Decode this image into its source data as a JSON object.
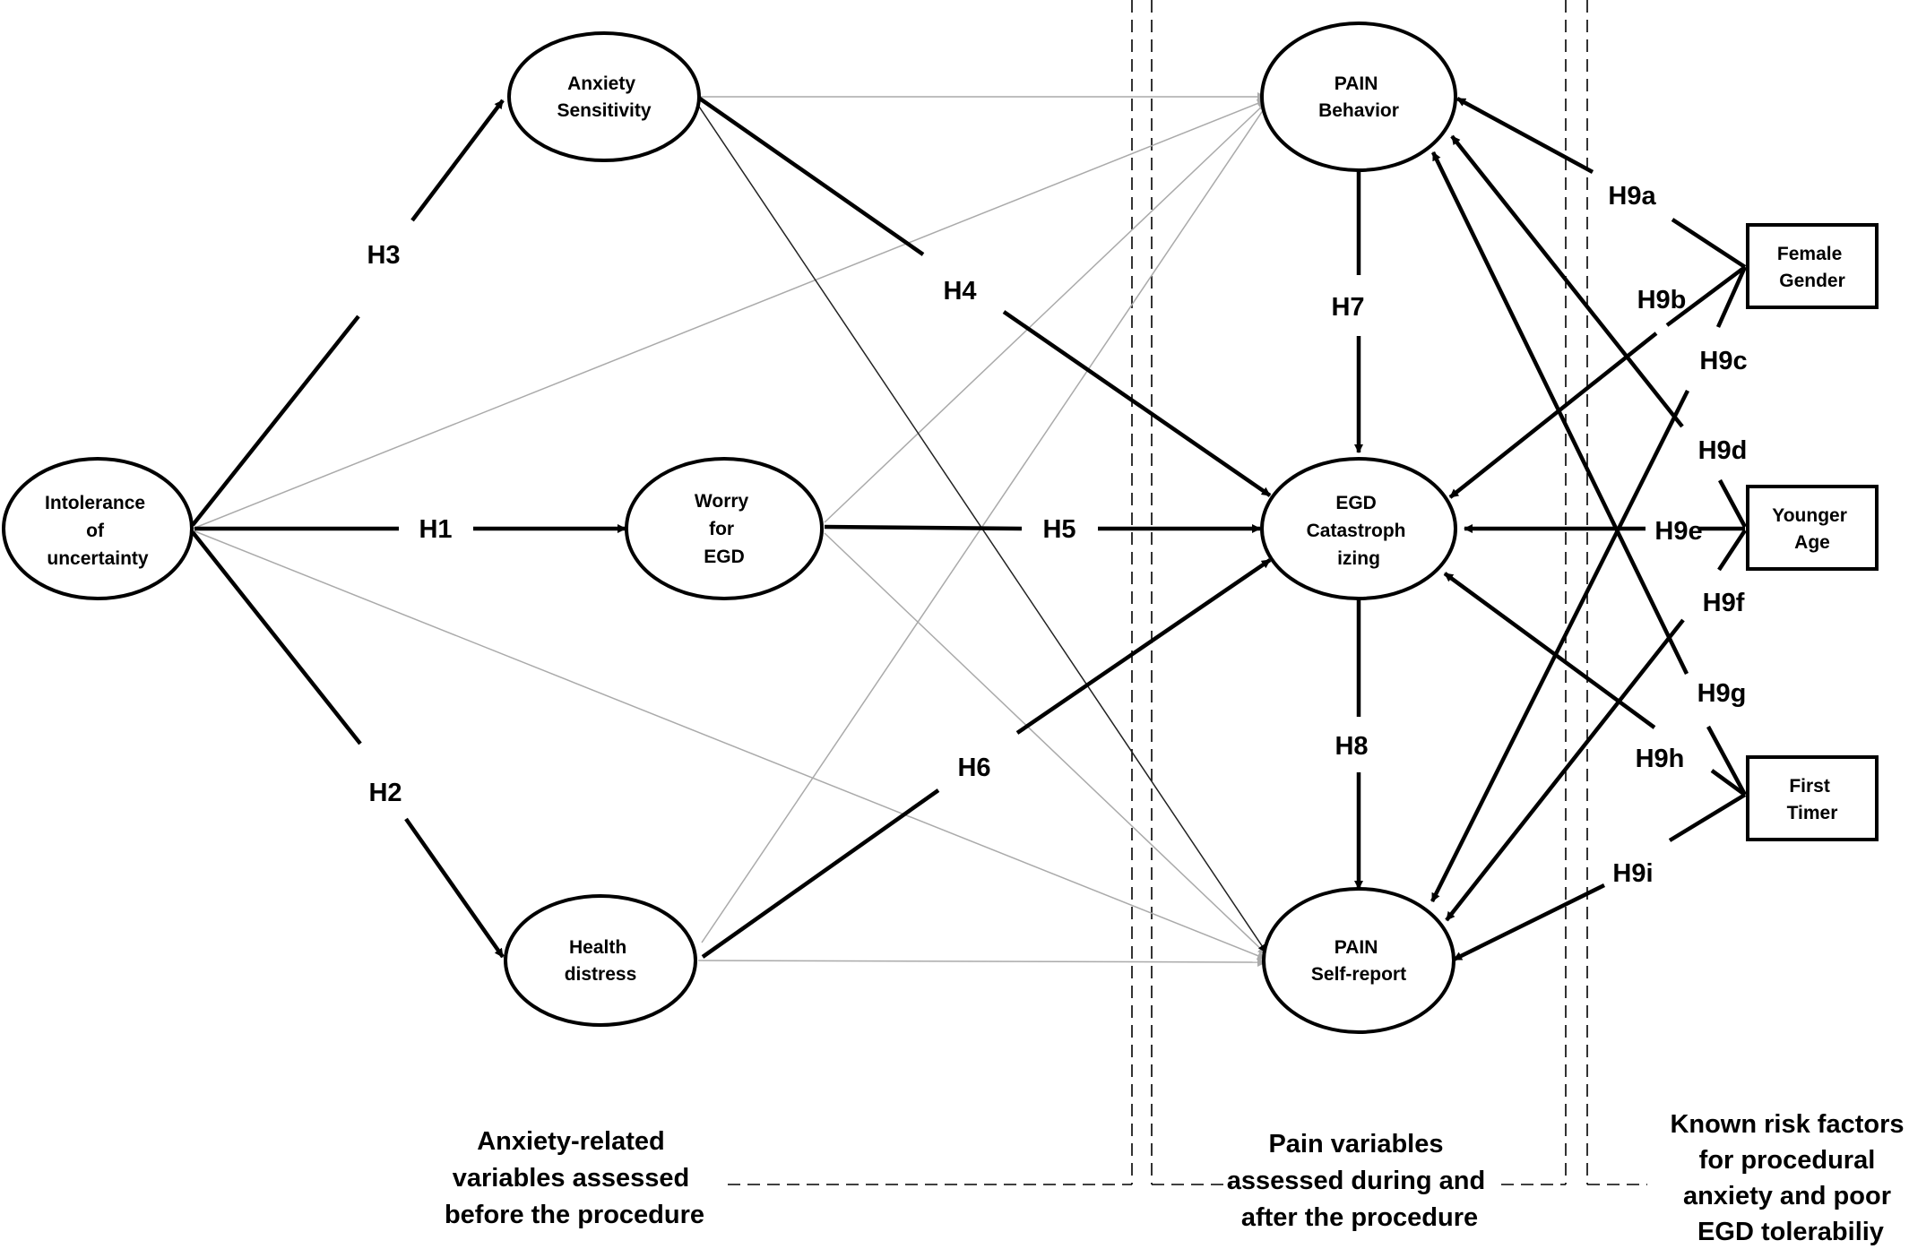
{
  "nodes": {
    "intolerance": [
      "Intolerance",
      "of",
      "uncertainty"
    ],
    "anxiety_sensitivity": [
      "Anxiety",
      "Sensitivity"
    ],
    "worry": [
      "Worry",
      "for",
      "EGD"
    ],
    "health_distress": [
      "Health",
      "distress"
    ],
    "pain_behavior": [
      "PAIN",
      "Behavior"
    ],
    "egd_catastrophizing": [
      "EGD",
      "Catastroph",
      "izing"
    ],
    "pain_self_report": [
      "PAIN",
      "Self-report"
    ],
    "female_gender": [
      "Female",
      "Gender"
    ],
    "younger_age": [
      "Younger",
      "Age"
    ],
    "first_timer": [
      "First",
      "Timer"
    ]
  },
  "hypotheses": {
    "h1": "H1",
    "h2": "H2",
    "h3": "H3",
    "h4": "H4",
    "h5": "H5",
    "h6": "H6",
    "h7": "H7",
    "h8": "H8",
    "h9a": "H9a",
    "h9b": "H9b",
    "h9c": "H9c",
    "h9d": "H9d",
    "h9e": "H9e",
    "h9f": "H9f",
    "h9g": "H9g",
    "h9h": "H9h",
    "h9i": "H9i"
  },
  "sections": {
    "anxiety": [
      "Anxiety-related",
      "variables assessed",
      "before the procedure"
    ],
    "pain": [
      "Pain variables",
      "assessed during and",
      "after the procedure"
    ],
    "risk": [
      "Known risk factors",
      "for procedural",
      "anxiety and poor",
      "EGD tolerabiliy"
    ]
  }
}
